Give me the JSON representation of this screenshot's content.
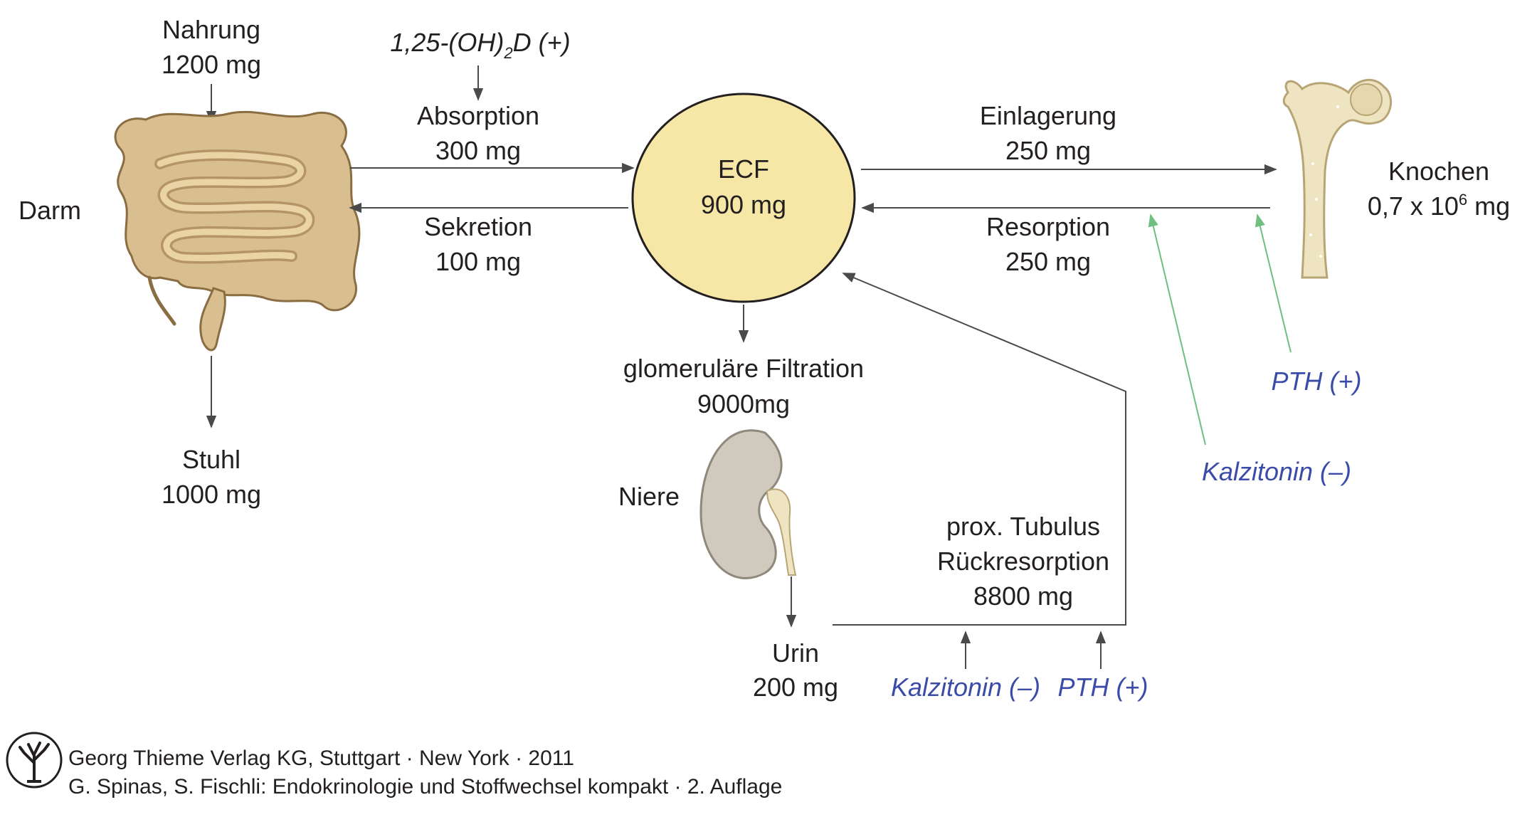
{
  "intake": {
    "label": "Nahrung",
    "amount": "1200 mg"
  },
  "gut": {
    "label": "Darm"
  },
  "absorption": {
    "regulator_prefix": "1,25-(OH)",
    "regulator_sub": "2",
    "regulator_suffix": "D (+)",
    "label": "Absorption",
    "amount": "300 mg"
  },
  "secretion": {
    "label": "Sekretion",
    "amount": "100 mg"
  },
  "stool": {
    "label": "Stuhl",
    "amount": "1000 mg"
  },
  "ecf": {
    "label": "ECF",
    "amount": "900 mg"
  },
  "deposition": {
    "label": "Einlagerung",
    "amount": "250 mg"
  },
  "resorption": {
    "label": "Resorption",
    "amount": "250 mg"
  },
  "bone": {
    "label": "Knochen",
    "amount_base": "0,7 x 10",
    "amount_exp": "6",
    "amount_unit": " mg"
  },
  "bone_regulators": {
    "pth": "PTH (+)",
    "calcitonin": "Kalzitonin (–)"
  },
  "filtration": {
    "label": "glomeruläre Filtration",
    "amount": "9000mg"
  },
  "kidney": {
    "label": "Niere"
  },
  "tubulus": {
    "line1": "prox. Tubulus",
    "line2": "Rückresorption",
    "amount": "8800 mg"
  },
  "urine": {
    "label": "Urin",
    "amount": "200 mg"
  },
  "tubulus_regulators": {
    "calcitonin": "Kalzitonin (–)",
    "pth": "PTH (+)"
  },
  "credits": {
    "line1": "Georg Thieme Verlag KG, Stuttgart · New York · 2011",
    "line2": "G. Spinas, S. Fischli: Endokrinologie und Stoffwechsel kompakt · 2. Auflage"
  },
  "colors": {
    "ecf_fill": "#f6e7a7",
    "regulator_text": "#3b4ba8",
    "regulator_arrow": "#6fbf7f",
    "organ_gut": "#d9bf8f",
    "organ_bone": "#efe4c2",
    "organ_kidney": "#cfc9be"
  }
}
